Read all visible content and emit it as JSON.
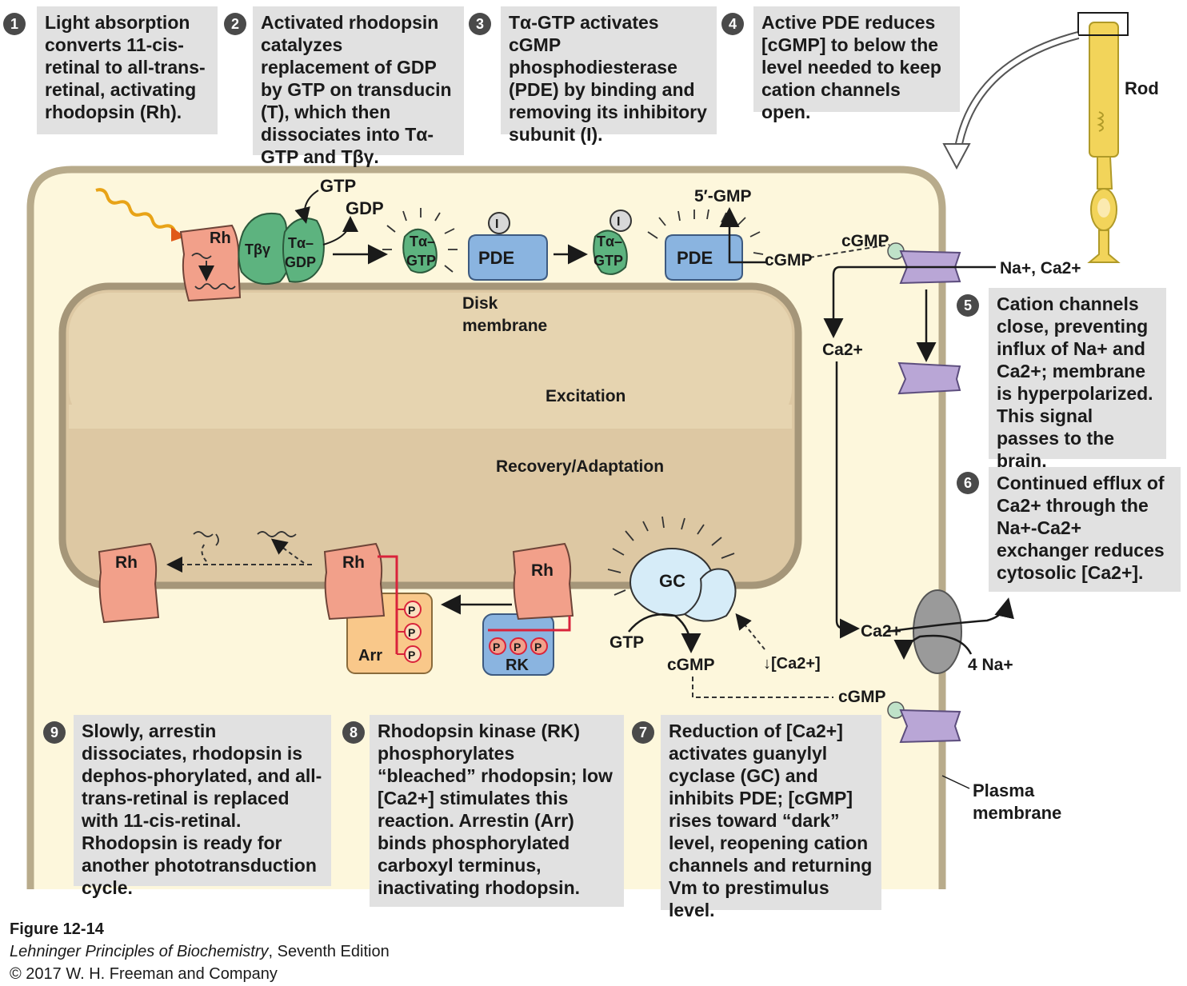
{
  "steps": [
    {
      "num": "1",
      "text": "Light absorption converts 11-cis-retinal to all-trans-retinal, activating rhodopsin (Rh)."
    },
    {
      "num": "2",
      "text": "Activated rhodopsin catalyzes replacement of GDP by GTP on transducin (T), which then dissociates into Tα-GTP and Tβγ."
    },
    {
      "num": "3",
      "text": "Tα-GTP activates cGMP phosphodiesterase (PDE) by binding and removing its inhibitory subunit (I)."
    },
    {
      "num": "4",
      "text": "Active PDE reduces [cGMP] to below the level needed to keep cation channels open."
    },
    {
      "num": "5",
      "text": "Cation channels close, preventing influx of Na+ and Ca2+; membrane is hyperpolarized. This signal passes to the brain."
    },
    {
      "num": "6",
      "text": "Continued efflux of Ca2+ through the Na+-Ca2+ exchanger reduces cytosolic [Ca2+]."
    },
    {
      "num": "7",
      "text": "Reduction of [Ca2+] activates guanylyl cyclase (GC) and inhibits PDE; [cGMP] rises toward “dark” level, reopening cation channels and returning Vm to prestimulus level."
    },
    {
      "num": "8",
      "text": "Rhodopsin kinase (RK) phosphorylates “bleached” rhodopsin; low [Ca2+] stimulates this reaction. Arrestin (Arr) binds phosphorylated carboxyl terminus, inactivating rhodopsin."
    },
    {
      "num": "9",
      "text": "Slowly, arrestin dissociates, rhodopsin is dephos-phorylated, and all-trans-retinal is replaced with 11-cis-retinal. Rhodopsin is ready for another phototransduction cycle."
    }
  ],
  "labels": {
    "rh": "Rh",
    "t_beta_gamma": "Tβγ",
    "t_alpha": "Tα–",
    "gdp": "GDP",
    "gtp": "GTP",
    "pde": "PDE",
    "inhibitor": "I",
    "five_gmp": "5′-GMP",
    "cgmp": "cGMP",
    "disk_membrane_1": "Disk",
    "disk_membrane_2": "membrane",
    "excitation": "Excitation",
    "recovery": "Recovery/Adaptation",
    "na_ca": "Na+, Ca2+",
    "ca": "Ca2+",
    "four_na": "4 Na+",
    "rod": "Rod",
    "plasma_membrane_1": "Plasma",
    "plasma_membrane_2": "membrane",
    "gc": "GC",
    "low_ca": "↓[Ca2+]",
    "arr": "Arr",
    "rk": "RK",
    "phospho": "P"
  },
  "caption": {
    "title": "Figure 12-14",
    "book": "Lehninger Principles of Biochemistry",
    "edition": ", Seventh Edition",
    "copyright": "© 2017 W. H. Freeman and Company"
  }
}
